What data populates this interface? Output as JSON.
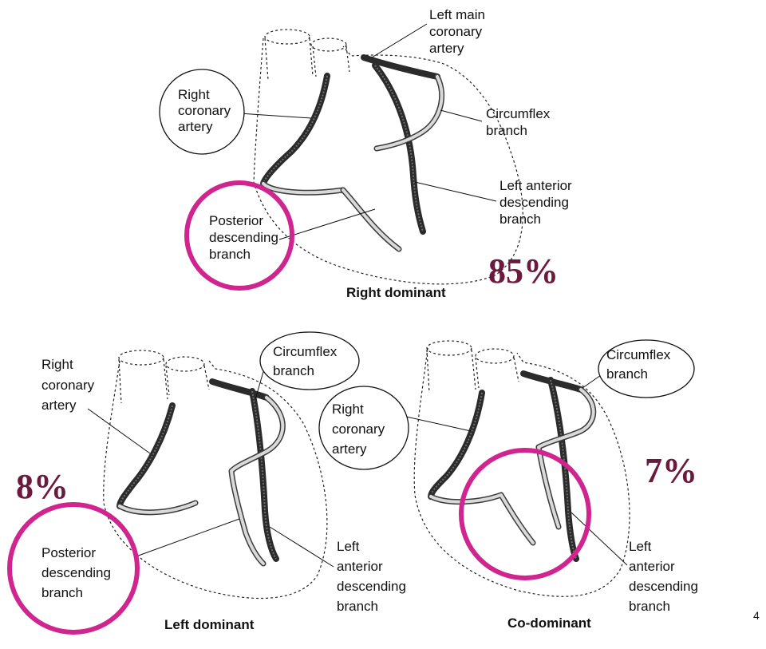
{
  "panels": {
    "right_dominant": {
      "title": "Right dominant",
      "percent": "85%",
      "left_main": [
        "Left main",
        "coronary",
        "artery"
      ],
      "rca": [
        "Right",
        "coronary",
        "artery"
      ],
      "circumflex": [
        "Circumflex",
        "branch"
      ],
      "lad": [
        "Left anterior",
        "descending",
        "branch"
      ],
      "pda": [
        "Posterior",
        "descending",
        "branch"
      ]
    },
    "left_dominant": {
      "title": "Left dominant",
      "percent": "8%",
      "rca": [
        "Right",
        "coronary",
        "artery"
      ],
      "circumflex": [
        "Circumflex",
        "branch"
      ],
      "lad": [
        "Left",
        "anterior",
        "descending",
        "branch"
      ],
      "pda": [
        "Posterior",
        "descending",
        "branch"
      ]
    },
    "co_dominant": {
      "title": "Co-dominant",
      "percent": "7%",
      "rca": [
        "Right",
        "coronary",
        "artery"
      ],
      "circumflex": [
        "Circumflex",
        "branch"
      ],
      "lad": [
        "Left",
        "anterior",
        "descending",
        "branch"
      ]
    }
  },
  "page_number": "4",
  "colors": {
    "highlight_ring": "#d0248f",
    "percent_text": "#6b1a3e"
  }
}
